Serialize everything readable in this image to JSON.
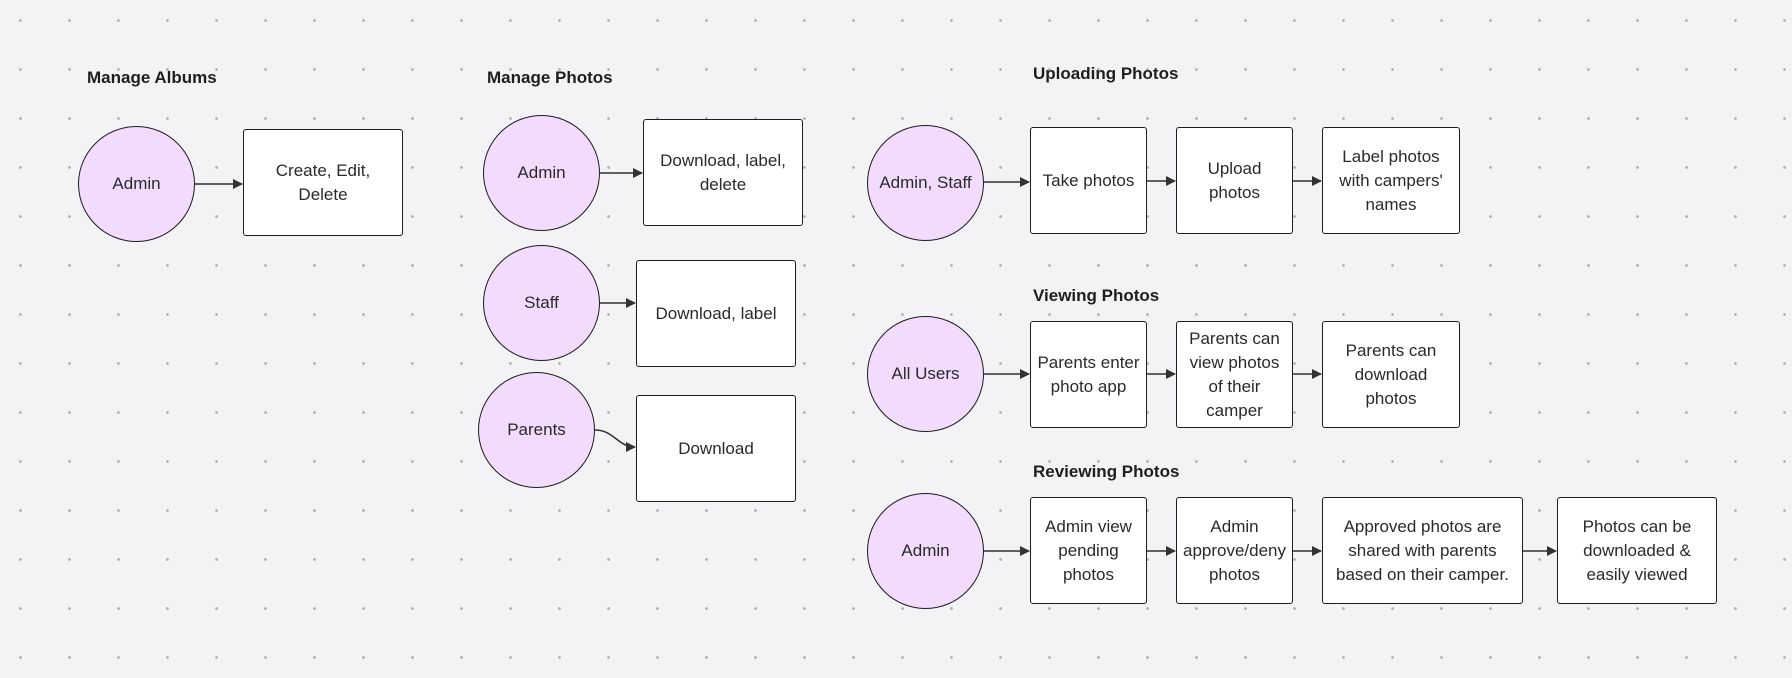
{
  "sections": {
    "manage_albums": {
      "title": "Manage Albums",
      "admin": "Admin",
      "action": "Create, Edit, Delete"
    },
    "manage_photos": {
      "title": "Manage Photos",
      "admin": "Admin",
      "admin_action": "Download, label,\ndelete",
      "staff": "Staff",
      "staff_action": "Download, label",
      "parents": "Parents",
      "parents_action": "Download"
    },
    "uploading_photos": {
      "title": "Uploading Photos",
      "actor": "Admin, Staff",
      "steps": [
        "Take photos",
        "Upload\nphotos",
        "Label photos\nwith campers'\nnames"
      ]
    },
    "viewing_photos": {
      "title": "Viewing Photos",
      "actor": "All Users",
      "steps": [
        "Parents enter\nphoto app",
        "Parents can\nview photos\nof their\ncamper",
        "Parents can\ndownload\nphotos"
      ]
    },
    "reviewing_photos": {
      "title": "Reviewing Photos",
      "actor": "Admin",
      "steps": [
        "Admin view\npending\nphotos",
        "Admin\napprove/deny\nphotos",
        "Approved photos are\nshared with parents\nbased on their camper.",
        "Photos can be\ndownloaded &\neasily viewed"
      ]
    }
  },
  "colors": {
    "actor_fill": "#f2dbfd",
    "box_fill": "#ffffff",
    "stroke": "#1e1e1e",
    "canvas": "#f3f3f5"
  }
}
